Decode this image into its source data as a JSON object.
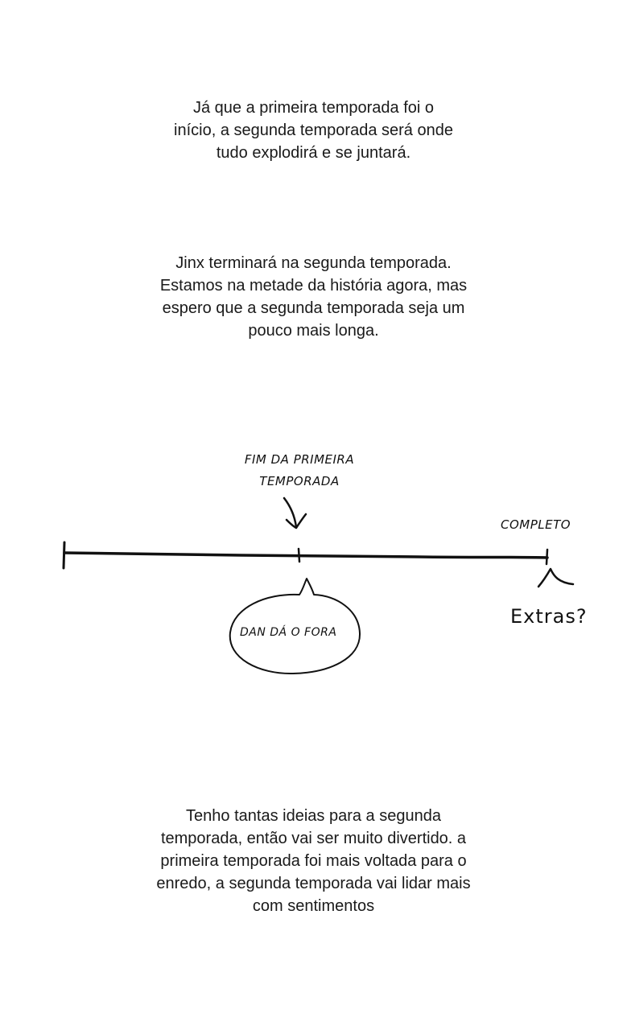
{
  "paragraphs": {
    "p1": [
      "Já que a primeira temporada foi o",
      "início, a segunda temporada será onde",
      "tudo explodirá e se juntará."
    ],
    "p2": [
      "Jinx terminará na segunda temporada.",
      "Estamos na metade da história agora, mas",
      "espero que a segunda temporada seja um",
      "pouco mais longa."
    ],
    "p3": [
      "Tenho tantas ideias para a segunda",
      "temporada, então vai ser muito divertido. a",
      "primeira temporada foi mais voltada para o",
      "enredo, a segunda temporada vai lidar mais",
      "com sentimentos"
    ]
  },
  "timeline": {
    "season_end_label": [
      "FIM DA PRIMEIRA",
      "TEMPORADA"
    ],
    "complete_label": "COMPLETO",
    "bubble_label": "DAN DÁ O FORA",
    "extras_label": "Extras?"
  },
  "colors": {
    "ink": "#111111",
    "text": "#1a1a1a",
    "background": "#ffffff"
  }
}
